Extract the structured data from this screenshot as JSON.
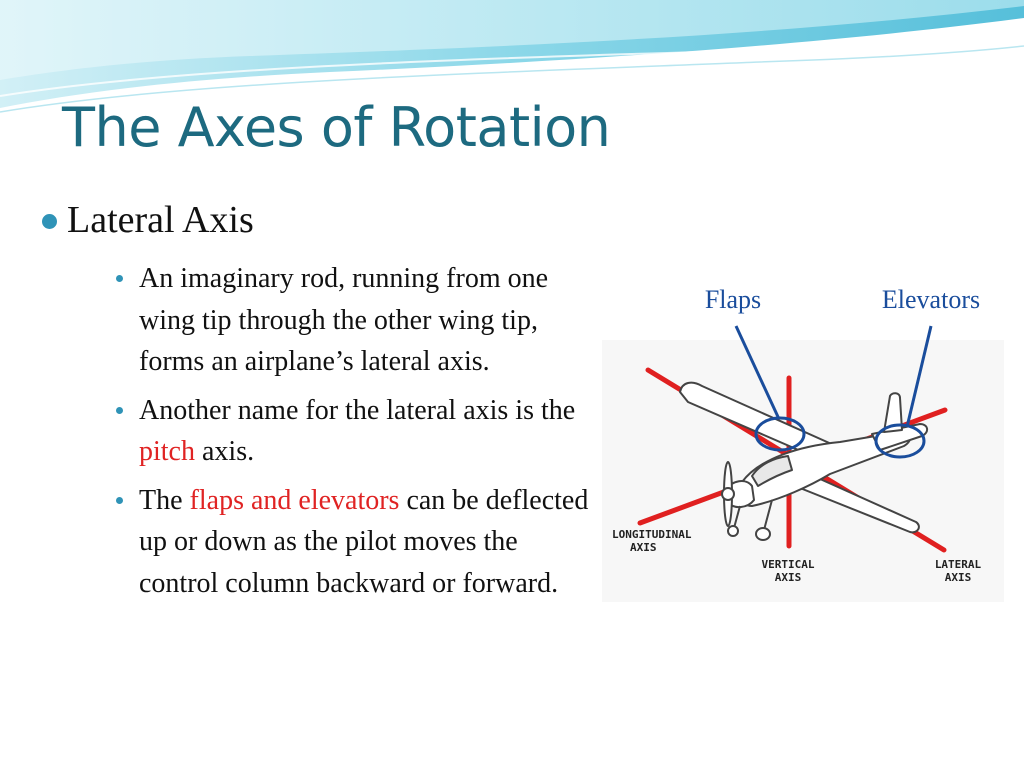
{
  "slide": {
    "title": "The Axes of Rotation",
    "level1": "Lateral Axis",
    "bullets": [
      {
        "parts": [
          "An imaginary rod, running from one wing tip through the other wing tip, forms an airplane’s lateral axis."
        ]
      },
      {
        "parts": [
          "Another name for the lateral axis is the ",
          "pitch",
          " axis."
        ]
      },
      {
        "parts": [
          "The ",
          "flaps and elevators",
          " can be deflected up or down as the pilot moves the control column backward or forward."
        ]
      }
    ]
  },
  "diagram": {
    "callouts": {
      "flaps": "Flaps",
      "elevators": "Elevators"
    },
    "axis_labels": {
      "longitudinal": [
        "LONGITUDINAL",
        "AXIS"
      ],
      "vertical": [
        "VERTICAL",
        "AXIS"
      ],
      "lateral": [
        "LATERAL",
        "AXIS"
      ]
    },
    "colors": {
      "axis": "#e02020",
      "callout": "#1a4d9c",
      "accent": "#1d6a80",
      "bullet": "#2f93b7"
    },
    "icons": [
      "airplane-illustration"
    ]
  }
}
